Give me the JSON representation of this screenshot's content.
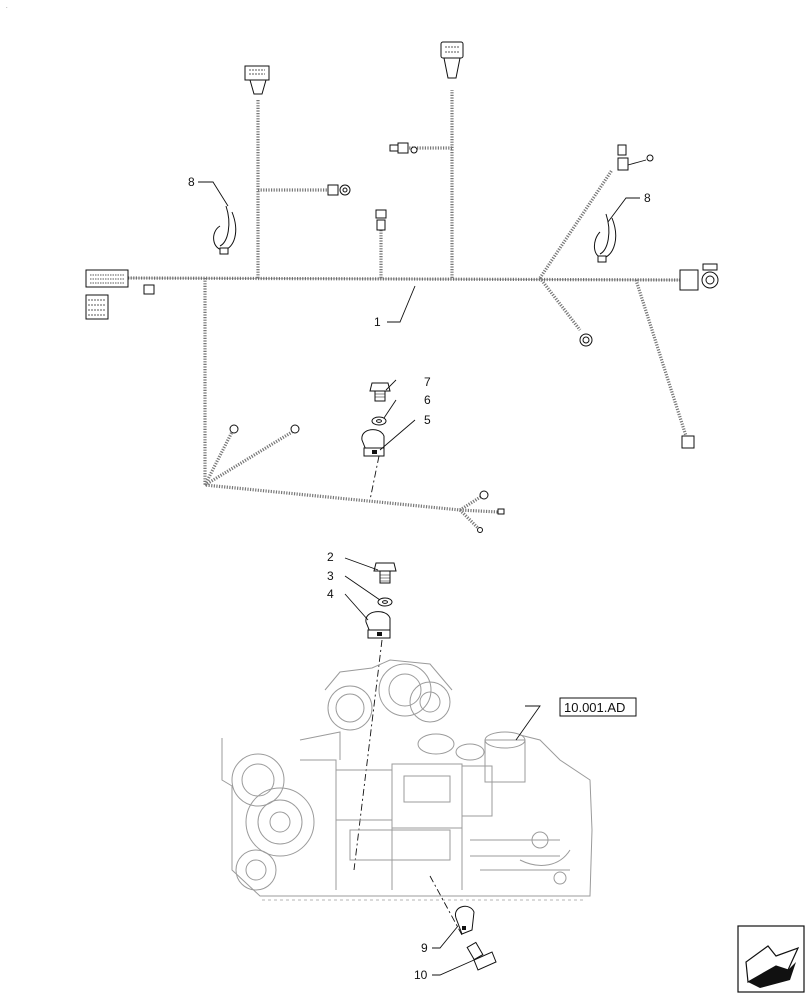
{
  "callouts": [
    {
      "id": "c1",
      "label": "1"
    },
    {
      "id": "c2",
      "label": "2"
    },
    {
      "id": "c3",
      "label": "3"
    },
    {
      "id": "c4",
      "label": "4"
    },
    {
      "id": "c5",
      "label": "5"
    },
    {
      "id": "c6",
      "label": "6"
    },
    {
      "id": "c7",
      "label": "7"
    },
    {
      "id": "c8a",
      "label": "8"
    },
    {
      "id": "c8b",
      "label": "8"
    },
    {
      "id": "c9",
      "label": "9"
    },
    {
      "id": "c10",
      "label": "10"
    }
  ],
  "reference_box": {
    "label": "10.001.AD"
  },
  "colors": {
    "line": "#111111",
    "wire": "#777777",
    "engine": "#9b9b9b"
  },
  "icons": {
    "nav": "arrow-next-page-icon"
  }
}
